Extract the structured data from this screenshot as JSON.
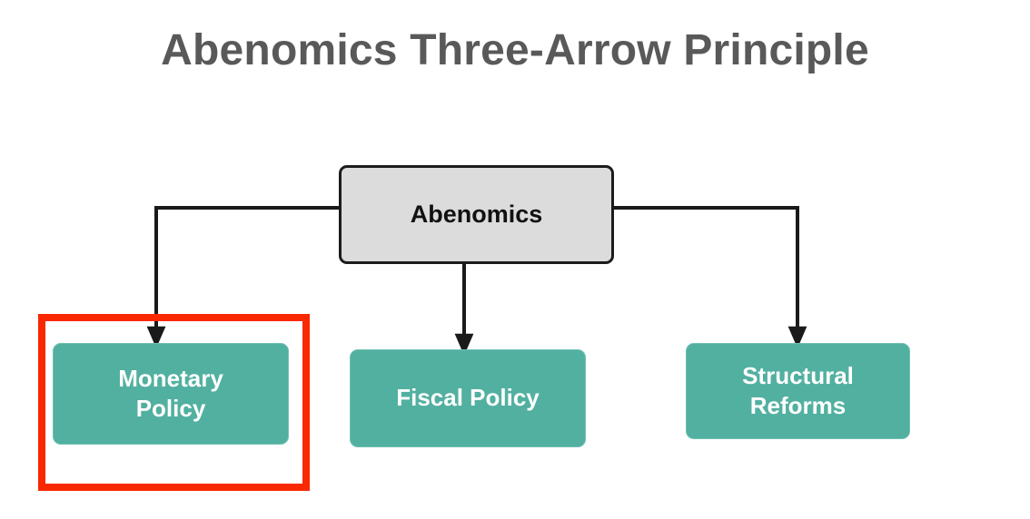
{
  "title": "Abenomics Three-Arrow Principle",
  "colors": {
    "background": "#ffffff",
    "title_text": "#595959",
    "root_fill": "#dcdcdc",
    "root_border": "#1c1c1c",
    "leaf_fill": "#52b0a0",
    "leaf_text": "#ffffff",
    "connector": "#1a1a1a",
    "highlight": "#fa2800"
  },
  "diagram": {
    "root": {
      "label": "Abenomics"
    },
    "children": [
      {
        "label": "Monetary Policy",
        "line1": "Monetary",
        "line2": "Policy",
        "highlighted": "true"
      },
      {
        "label": "Fiscal Policy",
        "line1": "Fiscal Policy",
        "line2": "",
        "highlighted": "false"
      },
      {
        "label": "Structural Reforms",
        "line1": "Structural",
        "line2": "Reforms",
        "highlighted": "false"
      }
    ]
  },
  "chart_data": {
    "type": "diagram",
    "title": "Abenomics Three-Arrow Principle",
    "structure": "tree",
    "nodes": [
      {
        "id": "root",
        "label": "Abenomics",
        "level": 0
      },
      {
        "id": "monetary",
        "label": "Monetary Policy",
        "level": 1
      },
      {
        "id": "fiscal",
        "label": "Fiscal Policy",
        "level": 1
      },
      {
        "id": "structural",
        "label": "Structural Reforms",
        "level": 1
      }
    ],
    "edges": [
      {
        "from": "root",
        "to": "monetary",
        "style": "elbow-left-arrow"
      },
      {
        "from": "root",
        "to": "fiscal",
        "style": "straight-down-arrow"
      },
      {
        "from": "root",
        "to": "structural",
        "style": "elbow-right-arrow"
      }
    ],
    "annotations": [
      {
        "type": "highlight-rectangle",
        "target": "monetary",
        "color": "#fa2800"
      }
    ]
  }
}
